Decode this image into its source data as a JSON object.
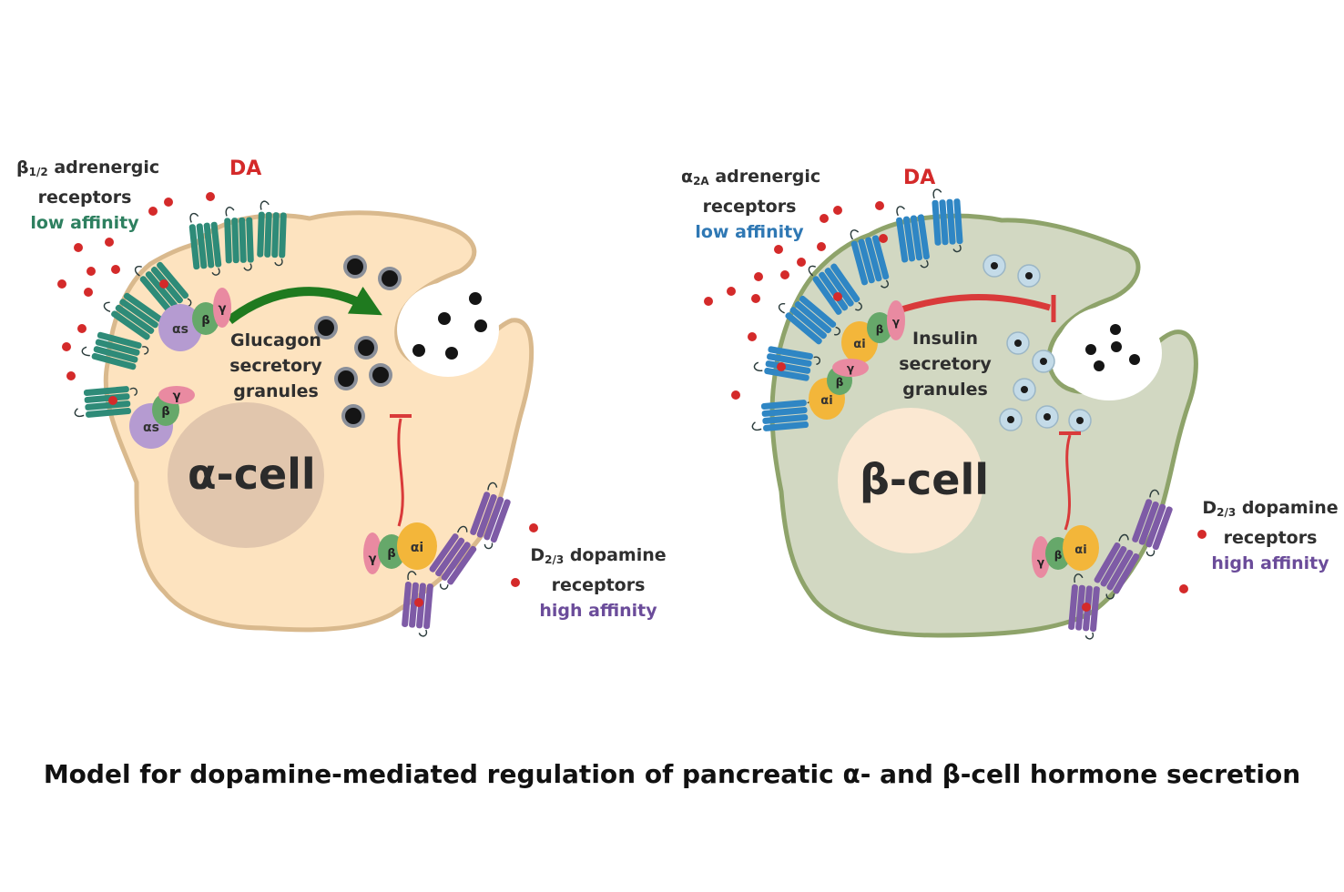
{
  "colors": {
    "alpha_cell_fill": "#fde3bf",
    "alpha_cell_border": "#d9b98d",
    "alpha_nucleus": "#e1c6ad",
    "beta_cell_fill": "#d2d8c2",
    "beta_cell_border": "#8ea36a",
    "beta_nucleus": "#fbe8d2",
    "dopamine": "#d42a2a",
    "beta_adrenergic_receptor": "#2e8b78",
    "alpha_adrenergic_receptor": "#2f86c4",
    "dopamine_receptor": "#7e5ba6",
    "g_alpha_s": "#b59bd1",
    "g_alpha_i": "#f3b63a",
    "g_beta": "#66a86a",
    "g_gamma": "#e98aa1",
    "stimulation_arrow": "#1f7a1f",
    "inhibition": "#d93a3a"
  },
  "alpha_panel": {
    "receptor_label": {
      "prefix": "β",
      "subscript": "1/2",
      "rest": " adrenergic",
      "line2": "receptors",
      "line3": "low affinity"
    },
    "dopamine_label": "DA",
    "granule_label": [
      "Glucagon",
      "secretory",
      "granules"
    ],
    "cell_label": "α-cell",
    "d_receptor_label": {
      "prefix": "D",
      "subscript": "2/3",
      "rest": " dopamine",
      "line2": "receptors",
      "line3": "high affinity"
    },
    "subunits": {
      "as": "αs",
      "ai": "αi",
      "b": "β",
      "g": "γ"
    }
  },
  "beta_panel": {
    "receptor_label": {
      "prefix": "α",
      "subscript": "2A",
      "rest": " adrenergic",
      "line2": "receptors",
      "line3": "low affinity"
    },
    "dopamine_label": "DA",
    "granule_label": [
      "Insulin",
      "secretory",
      "granules"
    ],
    "cell_label": "β-cell",
    "d_receptor_label": {
      "prefix": "D",
      "subscript": "2/3",
      "rest": " dopamine",
      "line2": "receptors",
      "line3": "high affinity"
    },
    "subunits": {
      "ai": "αi",
      "b": "β",
      "g": "γ"
    }
  },
  "caption": "Model for dopamine-mediated regulation of pancreatic α- and β-cell hormone secretion"
}
